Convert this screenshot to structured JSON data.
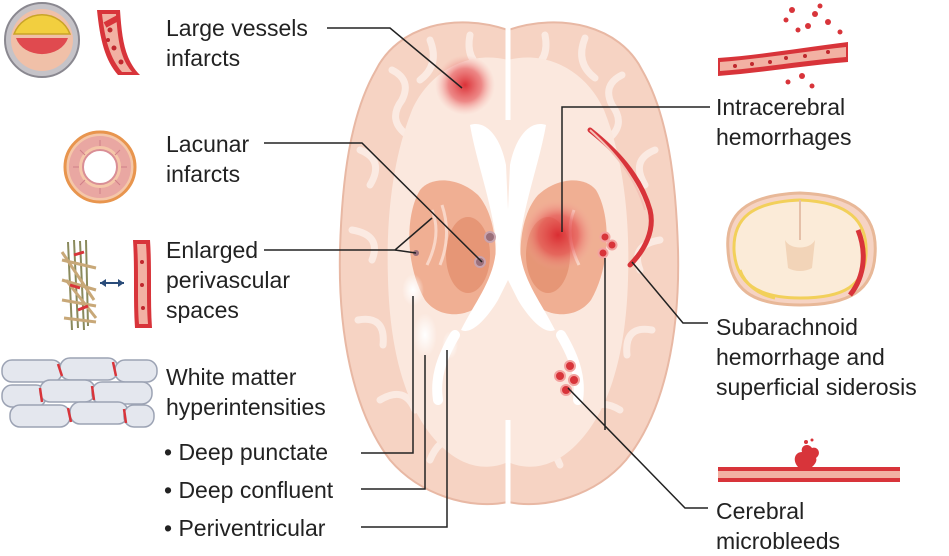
{
  "labels": {
    "large_vessels": [
      "Large vessels",
      "infarcts"
    ],
    "lacunar": [
      "Lacunar",
      "infarcts"
    ],
    "epvs": [
      "Enlarged",
      "perivascular",
      "spaces"
    ],
    "wmh": [
      "White matter",
      "hyperintensities"
    ],
    "wmh_deep_punctate": "• Deep punctate",
    "wmh_deep_confluent": "• Deep confluent",
    "wmh_periventricular": "• Periventricular",
    "ich": [
      "Intracerebral",
      "hemorrhages"
    ],
    "sah": [
      "Subarachnoid",
      "hemorrhage and",
      "superficial siderosis"
    ],
    "cmb": [
      "Cerebral",
      "microbleeds"
    ]
  },
  "colors": {
    "brain_outer": "#f6d3c3",
    "brain_inner": "#fbe8de",
    "deep_nuclei": "#eda586",
    "lesion_red": "#e0363a",
    "vessel_red": "#d8343a",
    "leader_line": "#222222"
  },
  "icons": [
    "artery-cross-section-icon",
    "vessel-segment-icon",
    "small-vessel-ring-icon",
    "perivascular-space-icon",
    "bidirectional-arrow-icon",
    "white-matter-axons-icon",
    "ruptured-vessel-icon",
    "brain-coronal-section-icon",
    "microbleed-vessel-icon"
  ]
}
